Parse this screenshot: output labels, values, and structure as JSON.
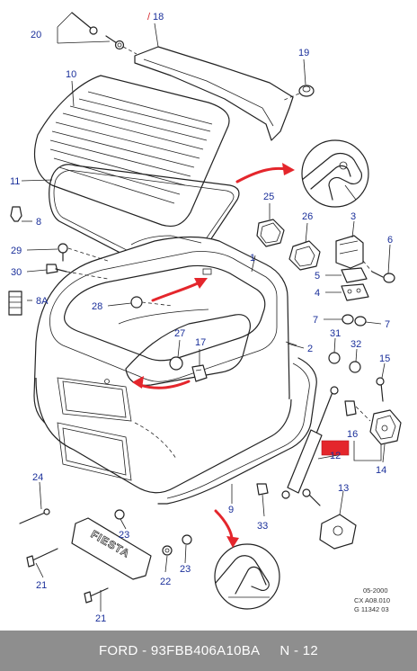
{
  "callouts": {
    "c1": "1",
    "c2": "2",
    "c3": "3",
    "c4": "4",
    "c5": "5",
    "c6": "6",
    "c7a": "7",
    "c7b": "7",
    "c8": "8",
    "c8a": "8A",
    "c9": "9",
    "c10": "10",
    "c11": "11",
    "c12": "12",
    "c13": "13",
    "c14": "14",
    "c15": "15",
    "c16": "16",
    "c17": "17",
    "c18": "18",
    "c19": "19",
    "c20": "20",
    "c21a": "21",
    "c21b": "21",
    "c22": "22",
    "c23a": "23",
    "c23b": "23",
    "c24": "24",
    "c25": "25",
    "c26": "26",
    "c27": "27",
    "c28": "28",
    "c29": "29",
    "c30": "30",
    "c31": "31",
    "c32": "32",
    "c33": "33"
  },
  "badge_text": "FIESTA",
  "reference": {
    "line1": "05-2000",
    "line2": "CX A08.010",
    "line3": "G 11342 03"
  },
  "footer": {
    "part_number": "FORD - 93FBB406A10BA",
    "position": "N - 12"
  },
  "colors": {
    "callout": "#1a2f9a",
    "highlight": "#e4262c",
    "footer_bg": "#8e8e8e"
  }
}
